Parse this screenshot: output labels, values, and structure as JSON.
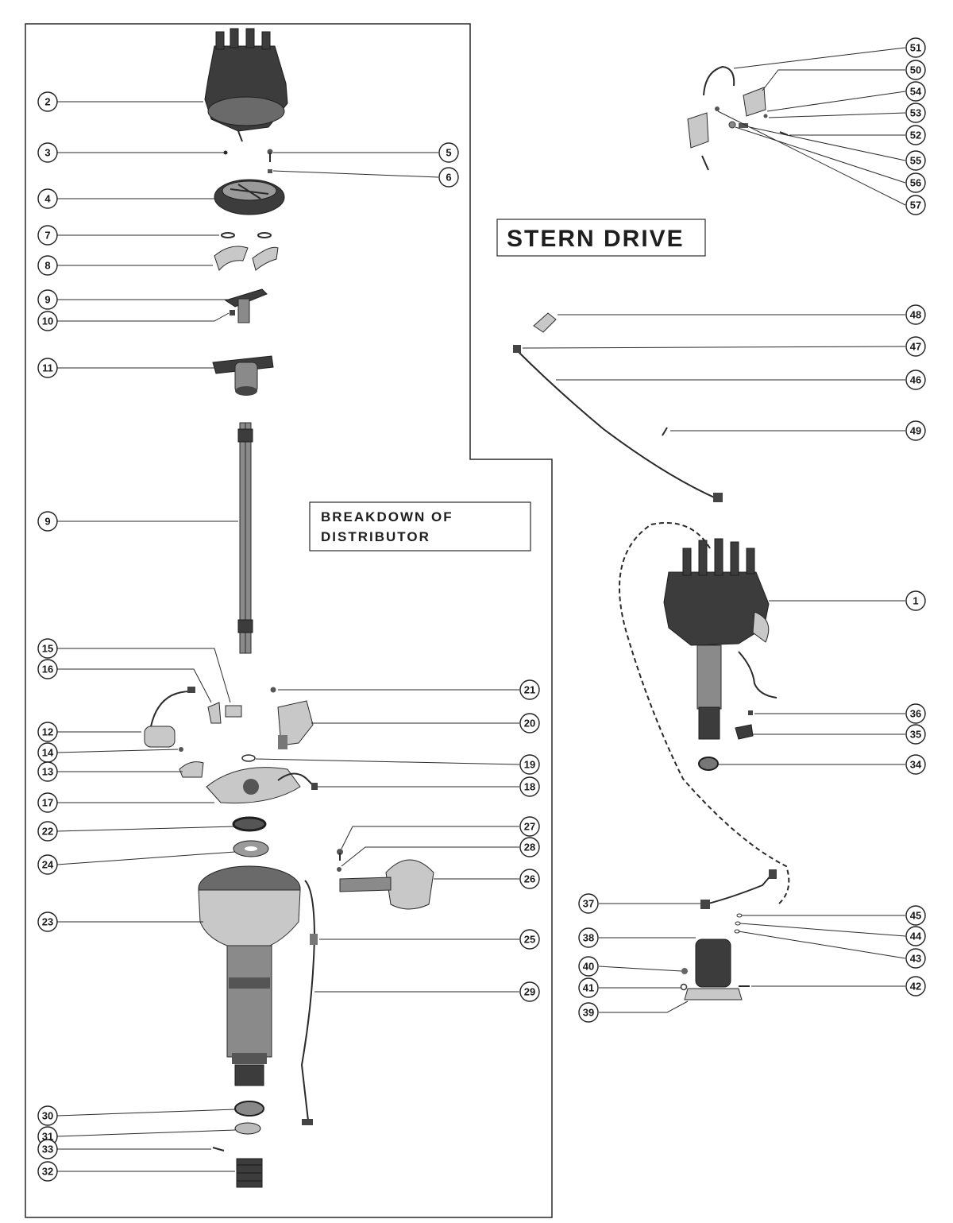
{
  "titles": {
    "stern_drive": "STERN DRIVE",
    "breakdown_line1": "BREAKDOWN OF",
    "breakdown_line2": "DISTRIBUTOR"
  },
  "callouts": [
    {
      "id": "c2",
      "label": "2"
    },
    {
      "id": "c3",
      "label": "3"
    },
    {
      "id": "c5",
      "label": "5"
    },
    {
      "id": "c6",
      "label": "6"
    },
    {
      "id": "c4",
      "label": "4"
    },
    {
      "id": "c7",
      "label": "7"
    },
    {
      "id": "c8",
      "label": "8"
    },
    {
      "id": "c9a",
      "label": "9"
    },
    {
      "id": "c10",
      "label": "10"
    },
    {
      "id": "c11",
      "label": "11"
    },
    {
      "id": "c9b",
      "label": "9"
    },
    {
      "id": "c15",
      "label": "15"
    },
    {
      "id": "c16",
      "label": "16"
    },
    {
      "id": "c21",
      "label": "21"
    },
    {
      "id": "c20",
      "label": "20"
    },
    {
      "id": "c12",
      "label": "12"
    },
    {
      "id": "c14",
      "label": "14"
    },
    {
      "id": "c13",
      "label": "13"
    },
    {
      "id": "c19",
      "label": "19"
    },
    {
      "id": "c18",
      "label": "18"
    },
    {
      "id": "c17",
      "label": "17"
    },
    {
      "id": "c22",
      "label": "22"
    },
    {
      "id": "c27",
      "label": "27"
    },
    {
      "id": "c28",
      "label": "28"
    },
    {
      "id": "c24",
      "label": "24"
    },
    {
      "id": "c26",
      "label": "26"
    },
    {
      "id": "c23",
      "label": "23"
    },
    {
      "id": "c25",
      "label": "25"
    },
    {
      "id": "c29",
      "label": "29"
    },
    {
      "id": "c30",
      "label": "30"
    },
    {
      "id": "c31",
      "label": "31"
    },
    {
      "id": "c33",
      "label": "33"
    },
    {
      "id": "c32",
      "label": "32"
    },
    {
      "id": "c51",
      "label": "51"
    },
    {
      "id": "c50",
      "label": "50"
    },
    {
      "id": "c54",
      "label": "54"
    },
    {
      "id": "c53",
      "label": "53"
    },
    {
      "id": "c52",
      "label": "52"
    },
    {
      "id": "c55",
      "label": "55"
    },
    {
      "id": "c56",
      "label": "56"
    },
    {
      "id": "c57",
      "label": "57"
    },
    {
      "id": "c48",
      "label": "48"
    },
    {
      "id": "c47",
      "label": "47"
    },
    {
      "id": "c46",
      "label": "46"
    },
    {
      "id": "c49",
      "label": "49"
    },
    {
      "id": "c1",
      "label": "1"
    },
    {
      "id": "c36a",
      "label": "36"
    },
    {
      "id": "c35",
      "label": "35"
    },
    {
      "id": "c34",
      "label": "34"
    },
    {
      "id": "c37",
      "label": "37"
    },
    {
      "id": "c45",
      "label": "45"
    },
    {
      "id": "c38",
      "label": "38"
    },
    {
      "id": "c44",
      "label": "44"
    },
    {
      "id": "c43",
      "label": "43"
    },
    {
      "id": "c40",
      "label": "40"
    },
    {
      "id": "c41",
      "label": "41"
    },
    {
      "id": "c42",
      "label": "42"
    },
    {
      "id": "c39",
      "label": "39"
    }
  ]
}
